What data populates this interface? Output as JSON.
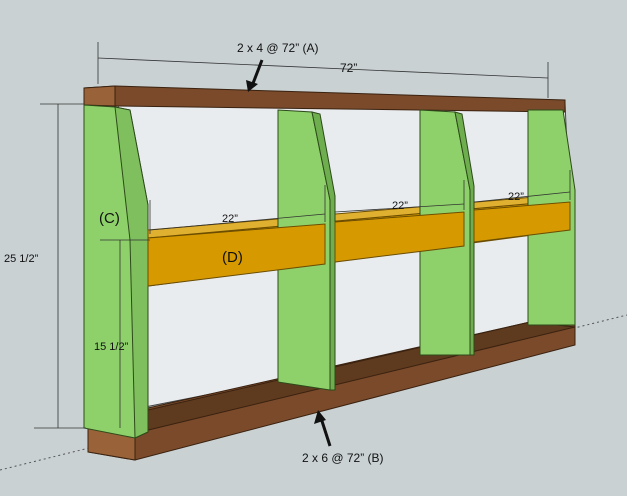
{
  "background": "#c9d1d3",
  "colors": {
    "side_green": "#8ed16a",
    "board_wood": "#7a4a2a",
    "board_wood_light": "#9a6238",
    "brace_orange": "#d69a00",
    "back_white": "#e9ecef"
  },
  "labels": {
    "top_board": "2 x 4 @ 72” (A)",
    "overall_width": "72”",
    "side_label": "(C)",
    "brace_label": "(D)",
    "height_total": "25 1/2”",
    "height_lower": "15 1/2”",
    "span_1": "22”",
    "span_2": "22”",
    "span_3": "22”",
    "bottom_board": "2 x 6 @ 72” (B)"
  }
}
